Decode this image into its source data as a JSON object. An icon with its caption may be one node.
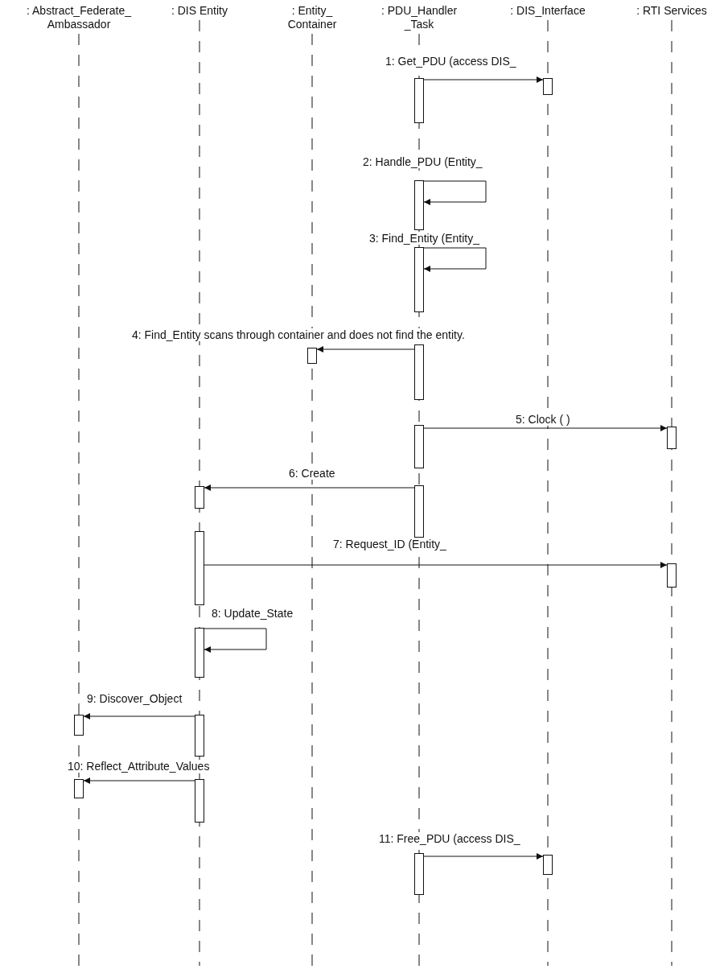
{
  "diagram": {
    "nodes": [
      {
        "text": [
          ": Abstract_Federate_ Ambassador"
        ]
      },
      {
        "text": [
          ": DIS Entity"
        ]
      },
      {
        "text": [
          ": Entity_ Container"
        ]
      },
      {
        "text": [
          ": PDU_Handler _Task"
        ]
      },
      {
        "text": [
          ": DIS_Interface"
        ]
      },
      {
        "text": [
          ": RTI Services"
        ]
      },
      {
        "text": [],
        "shape": "bar"
      },
      {
        "text": [],
        "shape": "bar"
      },
      {
        "text": [],
        "shape": "bar"
      },
      {
        "text": [],
        "shape": "bar"
      },
      {
        "text": [],
        "shape": "bar"
      },
      {
        "text": [],
        "shape": "bar"
      },
      {
        "text": [],
        "shape": "bar"
      },
      {
        "text": [],
        "shape": "bar"
      },
      {
        "text": [],
        "shape": "bar"
      },
      {
        "text": [],
        "shape": "bar"
      },
      {
        "text": [],
        "shape": "bar"
      },
      {
        "text": [],
        "shape": "bar"
      },
      {
        "text": [],
        "shape": "bar"
      },
      {
        "text": [],
        "shape": "bar"
      },
      {
        "text": [],
        "shape": "bar"
      },
      {
        "text": [],
        "shape": "bar"
      },
      {
        "text": [],
        "shape": "bar"
      },
      {
        "text": [],
        "shape": "bar"
      },
      {
        "text": [],
        "shape": "bar"
      }
    ],
    "edges": [
      {
        "from": 0,
        "to": null,
        "arrow": "none",
        "style": "dashed"
      },
      {
        "from": 1,
        "to": null,
        "arrow": "none",
        "style": "dashed"
      },
      {
        "from": 2,
        "to": null,
        "arrow": "none",
        "style": "dashed"
      },
      {
        "from": 3,
        "to": null,
        "arrow": "none",
        "style": "dashed"
      },
      {
        "from": 4,
        "to": null,
        "arrow": "none",
        "style": "dashed"
      },
      {
        "from": 5,
        "to": null,
        "arrow": "none",
        "style": "dashed"
      },
      {
        "from": 6,
        "to": 7,
        "arrow": "to",
        "label": "1: Get_PDU (access DIS_"
      },
      {
        "from": 8,
        "to": 8,
        "arrow": "to",
        "label": "2: Handle_PDU (Entity_"
      },
      {
        "from": 9,
        "to": 9,
        "arrow": "to",
        "label": "3: Find_Entity (Entity_"
      },
      {
        "from": 10,
        "to": 11,
        "arrow": "to",
        "label": "4: Find_Entity scans through container and does not find the entity."
      },
      {
        "from": 12,
        "to": 13,
        "arrow": "to",
        "label": "5: Clock ( )"
      },
      {
        "from": 14,
        "to": 15,
        "arrow": "to",
        "label": "6: Create"
      },
      {
        "from": 16,
        "to": 17,
        "arrow": "to",
        "label": "7: Request_ID (Entity_"
      },
      {
        "from": 18,
        "to": 18,
        "arrow": "to",
        "label": "8: Update_State"
      },
      {
        "from": 19,
        "to": 20,
        "arrow": "to",
        "label": "9: Discover_Object"
      },
      {
        "from": 21,
        "to": 22,
        "arrow": "to",
        "label": "10: Reflect_Attribute_Values"
      },
      {
        "from": 23,
        "to": 24,
        "arrow": "to",
        "label": "11: Free_PDU (access DIS_"
      }
    ]
  }
}
